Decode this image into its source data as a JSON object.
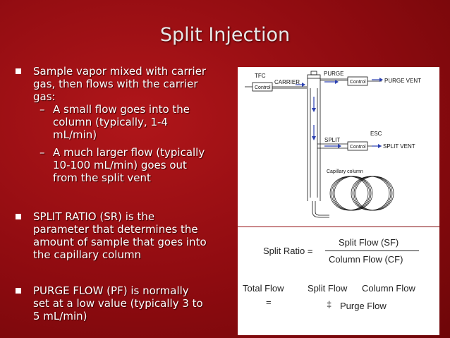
{
  "slide": {
    "title": "Split Injection",
    "bullets": [
      {
        "lines": [
          "Sample vapor mixed with carrier",
          "gas, then flows with the carrier",
          "gas:"
        ],
        "subs": [
          {
            "dash": "–",
            "lines": [
              "A small flow goes into the",
              "column (typically, 1-4",
              "mL/min)"
            ]
          },
          {
            "dash": "–",
            "lines": [
              "A much larger flow (typically",
              "10-100 mL/min) goes out",
              "from the split vent"
            ]
          }
        ]
      },
      {
        "lines": [
          "SPLIT RATIO (SR) is the",
          "parameter that determines the",
          "amount of sample that goes into",
          "the capillary column"
        ]
      },
      {
        "lines": [
          "PURGE FLOW (PF) is normally",
          "set at a low value (typically 3 to",
          "5 mL/min)"
        ]
      }
    ]
  },
  "diagram": {
    "tfc": "TFC",
    "control": "Control",
    "carrier": "CARRIER",
    "purge": "PURGE",
    "purge_vent": "PURGE VENT",
    "esc": "ESC",
    "split": "SPLIT",
    "split_vent": "SPLIT VENT",
    "capillary_column": "Capillary column"
  },
  "formula": {
    "split_ratio_label": "Split Ratio =",
    "numerator": "Split Flow (SF)",
    "denominator": "Column Flow (CF)",
    "total_flow_label": "Total Flow",
    "equals": "=",
    "term1": "Split Flow",
    "term2": "Column Flow",
    "symbol": "‡",
    "term3": "Purge Flow"
  },
  "colors": {
    "background": "#9a0e13",
    "text": "#ffffff",
    "arrow": "#2a3fb0"
  }
}
